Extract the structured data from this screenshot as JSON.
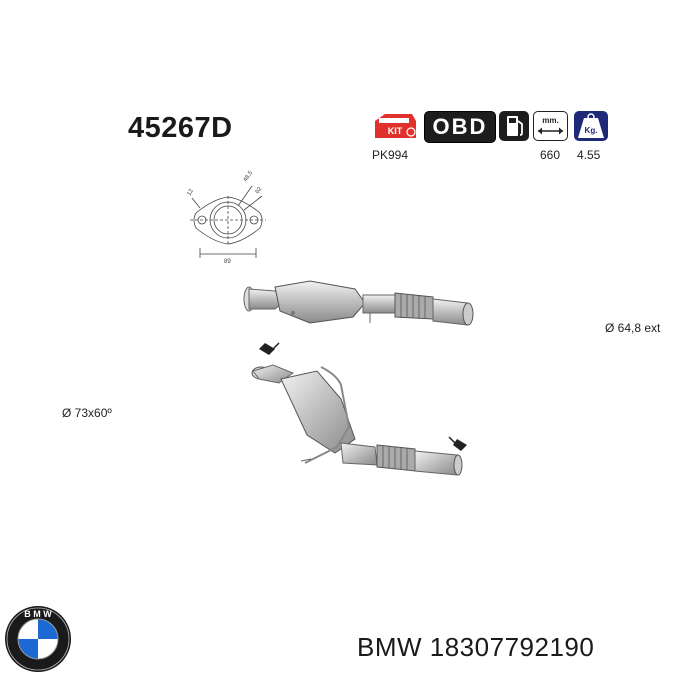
{
  "product": {
    "part_number": "45267D",
    "pk_code": "PK994",
    "length_mm": "660",
    "weight_kg": "4.55"
  },
  "badges": {
    "kit_icon": "kit-catalyst-icon",
    "obd_label": "OBD",
    "fuel_icon": "fuel-pump-icon",
    "length_icon": "length-mm-icon",
    "length_unit": "mm.",
    "weight_icon": "weight-kg-icon",
    "weight_unit": "Kg."
  },
  "flange_drawing": {
    "dimensions": [
      "48,5",
      "62",
      "89",
      "12"
    ]
  },
  "annotations": {
    "outlet_diameter": "Ø 64,8 ext",
    "inlet_diameter": "Ø 73x60º"
  },
  "footer": {
    "brand_logo": "bmw-logo",
    "brand_and_code": "BMW 18307792190"
  },
  "colors": {
    "kit_red": "#e0312c",
    "badge_dark": "#1d1d1d",
    "weight_blue": "#1e2a78",
    "bmw_blue": "#1c69d4"
  }
}
